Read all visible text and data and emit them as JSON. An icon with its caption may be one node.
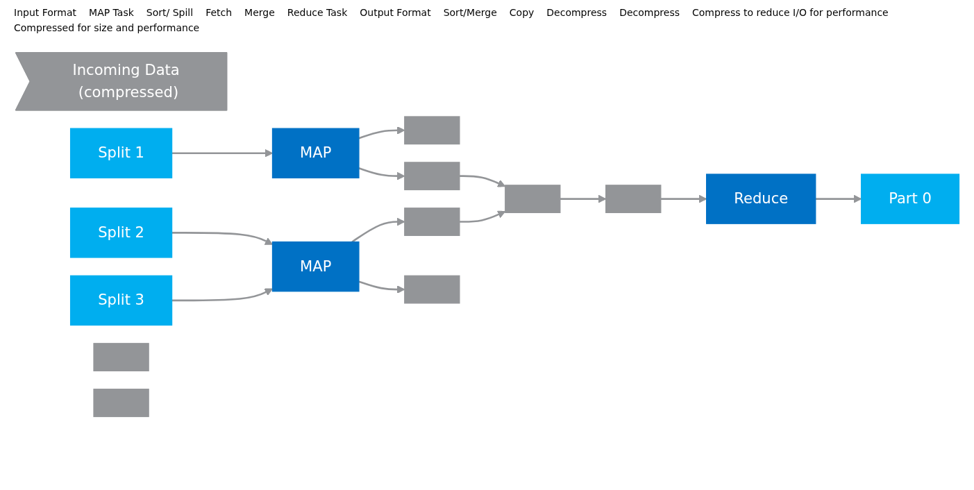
{
  "diagram": {
    "nodes": [
      {
        "text": [
          "Incoming Data (compressed)"
        ]
      },
      {
        "text": [
          "Split 1"
        ]
      },
      {
        "text": [
          "Split 2"
        ]
      },
      {
        "text": [
          "Split 3"
        ]
      },
      {
        "text": [
          "MAP"
        ]
      },
      {
        "text": [
          "MAP"
        ]
      },
      {
        "text": [],
        "shape": "box"
      },
      {
        "text": [],
        "shape": "box"
      },
      {
        "text": [],
        "shape": "box"
      },
      {
        "text": [],
        "shape": "box"
      },
      {
        "text": [],
        "shape": "box"
      },
      {
        "text": [],
        "shape": "box"
      },
      {
        "text": [],
        "shape": "box"
      },
      {
        "text": [],
        "shape": "box"
      },
      {
        "text": [
          "Reduce"
        ]
      },
      {
        "text": [
          "Part 0"
        ]
      }
    ],
    "edges": [
      {
        "from": 1,
        "to": 4,
        "arrow": "to"
      },
      {
        "from": 2,
        "to": 5,
        "arrow": "to"
      },
      {
        "from": 3,
        "to": 5,
        "arrow": "to"
      },
      {
        "from": 4,
        "to": 6,
        "arrow": "to"
      },
      {
        "from": 4,
        "to": 7,
        "arrow": "to"
      },
      {
        "from": 5,
        "to": 8,
        "arrow": "to"
      },
      {
        "from": 5,
        "to": 9,
        "arrow": "to"
      },
      {
        "from": 7,
        "to": 11,
        "arrow": "to"
      },
      {
        "from": 8,
        "to": 11,
        "arrow": "to"
      },
      {
        "from": 11,
        "to": 13,
        "arrow": "to"
      },
      {
        "from": 13,
        "to": 14,
        "arrow": "to"
      },
      {
        "from": 14,
        "to": 15,
        "arrow": "to"
      }
    ],
    "labels": [
      "Input Format",
      "MAP Task",
      "Sort/ Spill",
      "Fetch",
      "Merge",
      "Reduce Task",
      "Output Format",
      "Sort/Merge",
      "Copy",
      "Decompress",
      "Decompress",
      "Compress to reduce I/O for performance",
      "Compressed for size and performance"
    ]
  }
}
